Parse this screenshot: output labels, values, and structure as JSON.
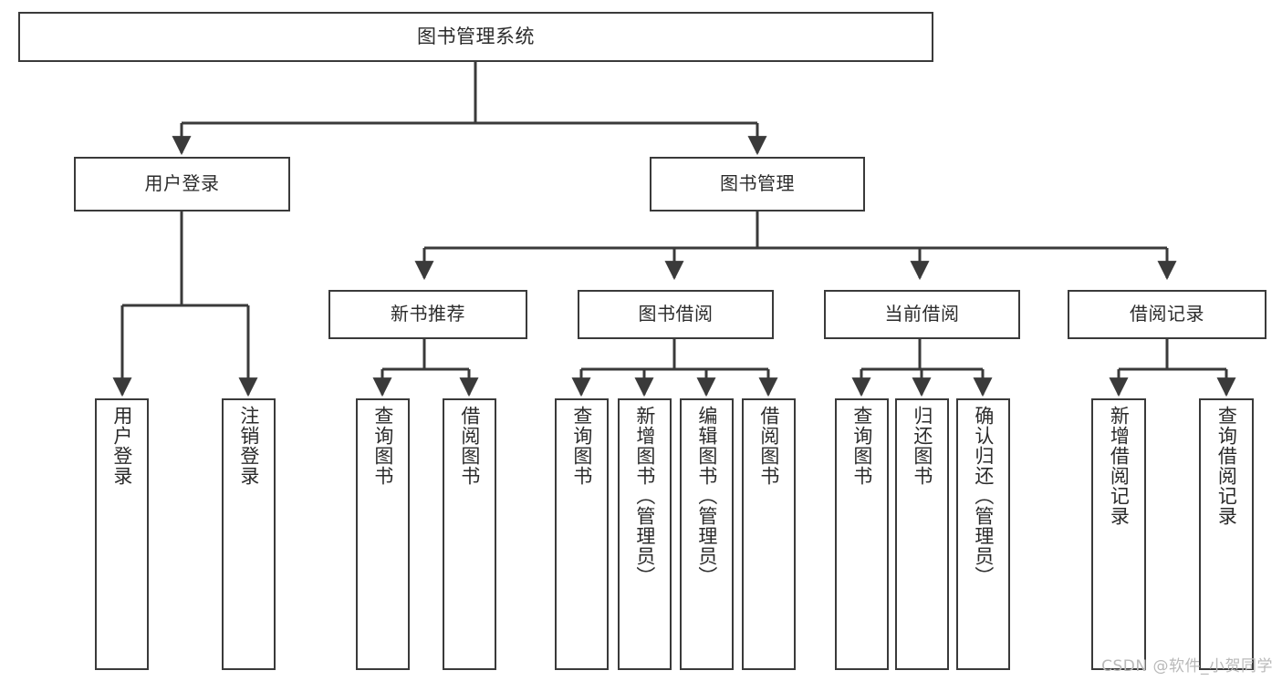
{
  "diagram": {
    "title": "图书管理系统",
    "watermark": "CSDN @软件_小贺同学",
    "line_color": "#3a3a3a",
    "text_color": "#2b2b2b",
    "background": "#ffffff",
    "root": {
      "label": "图书管理系统"
    },
    "level2": [
      {
        "label": "用户登录"
      },
      {
        "label": "图书管理"
      }
    ],
    "level3": [
      {
        "label": "新书推荐"
      },
      {
        "label": "图书借阅"
      },
      {
        "label": "当前借阅"
      },
      {
        "label": "借阅记录"
      }
    ],
    "leaves": {
      "user_login": [
        {
          "label": "用户登录"
        },
        {
          "label": "注销登录"
        }
      ],
      "new_book_recommend": [
        {
          "label": "查询图书"
        },
        {
          "label": "借阅图书"
        }
      ],
      "book_borrow": [
        {
          "label": "查询图书"
        },
        {
          "label": "新增图书（管理员）"
        },
        {
          "label": "编辑图书（管理员）"
        },
        {
          "label": "借阅图书"
        }
      ],
      "current_borrow": [
        {
          "label": "查询图书"
        },
        {
          "label": "归还图书"
        },
        {
          "label": "确认归还（管理员）"
        }
      ],
      "borrow_record": [
        {
          "label": "新增借阅记录"
        },
        {
          "label": "查询借阅记录"
        }
      ]
    }
  }
}
